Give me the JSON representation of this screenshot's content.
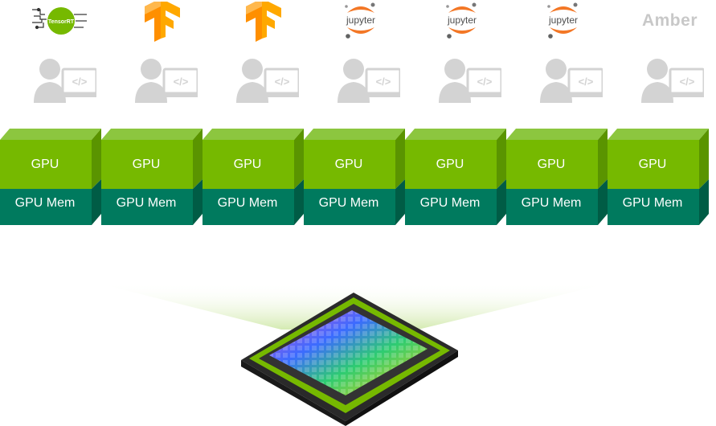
{
  "columns": [
    {
      "logo": "tensorrt-logo",
      "logo_text": "TensorRT",
      "gpu_label": "GPU",
      "mem_label": "GPU Mem"
    },
    {
      "logo": "tensorflow-logo",
      "gpu_label": "GPU",
      "mem_label": "GPU Mem"
    },
    {
      "logo": "tensorflow-logo",
      "gpu_label": "GPU",
      "mem_label": "GPU Mem"
    },
    {
      "logo": "jupyter-logo",
      "logo_text": "jupyter",
      "gpu_label": "GPU",
      "mem_label": "GPU Mem"
    },
    {
      "logo": "jupyter-logo",
      "logo_text": "jupyter",
      "gpu_label": "GPU",
      "mem_label": "GPU Mem"
    },
    {
      "logo": "jupyter-logo",
      "logo_text": "jupyter",
      "gpu_label": "GPU",
      "mem_label": "GPU Mem"
    },
    {
      "logo": "amber-logo",
      "logo_text": "Amber",
      "gpu_label": "GPU",
      "mem_label": "GPU Mem"
    }
  ],
  "icons": {
    "user": "user-with-code-screen-icon",
    "chip": "gpu-chip-icon"
  },
  "colors": {
    "gpu_top": "#8cc63f",
    "gpu_front": "#76b900",
    "gpu_side": "#5a9400",
    "mem_front": "#007a5e",
    "mem_side": "#005c45",
    "user_gray": "#d3d3d3",
    "jupyter_orange": "#f37726",
    "tensorflow_orange": "#ff8f00",
    "tensorrt_green": "#76b900"
  }
}
